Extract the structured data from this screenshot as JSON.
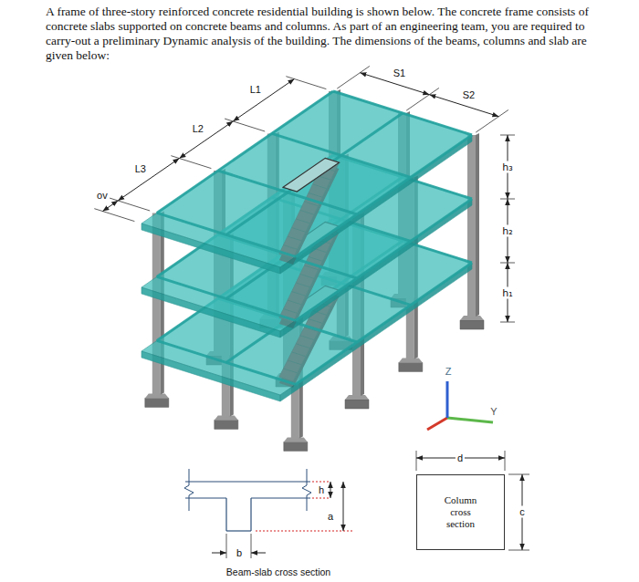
{
  "diagram": {
    "nodes": [
      {
        "text": [
          "Column cross section"
        ]
      }
    ],
    "labels": [
      "A frame of three-story reinforced concrete residential building is shown below. The concrete frame consists of concrete slabs supported on concrete beams and columns. As part of an engineering team, you are required to carry-out a preliminary Dynamic analysis of the building. The dimensions of the beams, columns and slab are given below:",
      "S1",
      "S2",
      "L1",
      "L2",
      "L3",
      "ov",
      "h₃",
      "h₂",
      "h₁",
      "Z",
      "Y",
      "d",
      "c",
      "h",
      "a",
      "b",
      "Beam-slab cross section"
    ]
  }
}
